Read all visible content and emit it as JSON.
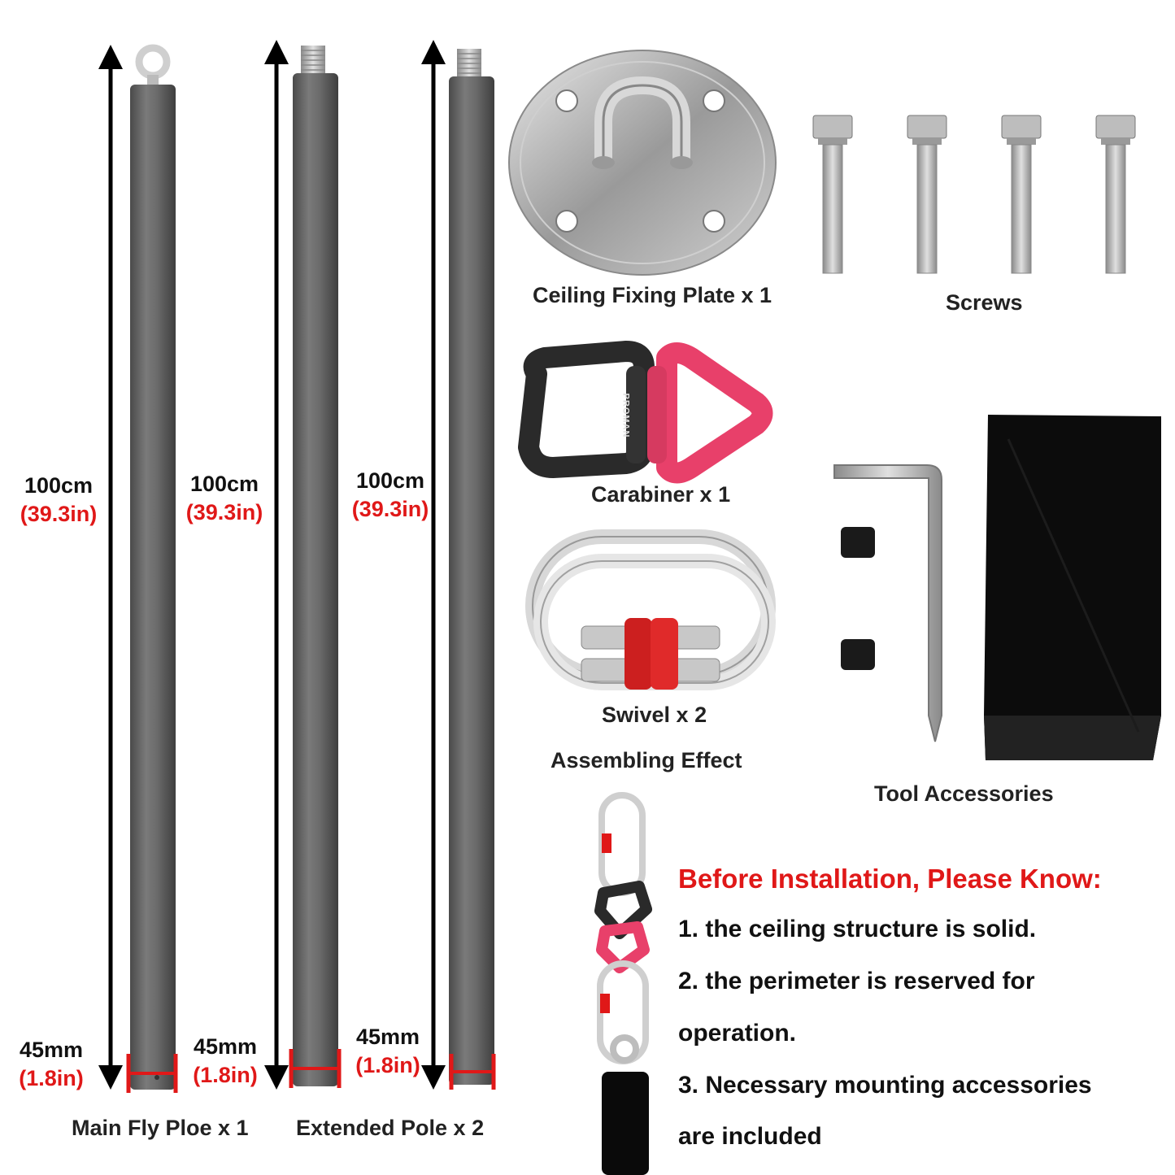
{
  "poles": [
    {
      "length_cm": "100cm",
      "length_in": "(39.3in)",
      "diameter_mm": "45mm",
      "diameter_in": "(1.8in)"
    },
    {
      "length_cm": "100cm",
      "length_in": "(39.3in)",
      "diameter_mm": "45mm",
      "diameter_in": "(1.8in)"
    },
    {
      "length_cm": "100cm",
      "length_in": "(39.3in)",
      "diameter_mm": "45mm",
      "diameter_in": "(1.8in)"
    }
  ],
  "labels": {
    "main_pole": "Main Fly Ploe x 1",
    "extended_pole": "Extended Pole x 2",
    "ceiling_plate": "Ceiling Fixing Plate x 1",
    "screws": "Screws",
    "carabiner": "Carabiner x 1",
    "swivel": "Swivel x 2",
    "assembling": "Assembling Effect",
    "tools": "Tool Accessories"
  },
  "brand_mark": "PROMAN",
  "notice": {
    "title": "Before Installation, Please Know:",
    "items": [
      "1. the ceiling structure is solid.",
      "2. the perimeter is reserved for",
      "operation.",
      "3. Necessary mounting accessories",
      "are included"
    ]
  },
  "colors": {
    "pole": "#6b6b6b",
    "accent_red": "#e01818",
    "swivel_black": "#2a2a2a",
    "swivel_pink": "#e8406a",
    "metal": "#b8b8b8"
  }
}
